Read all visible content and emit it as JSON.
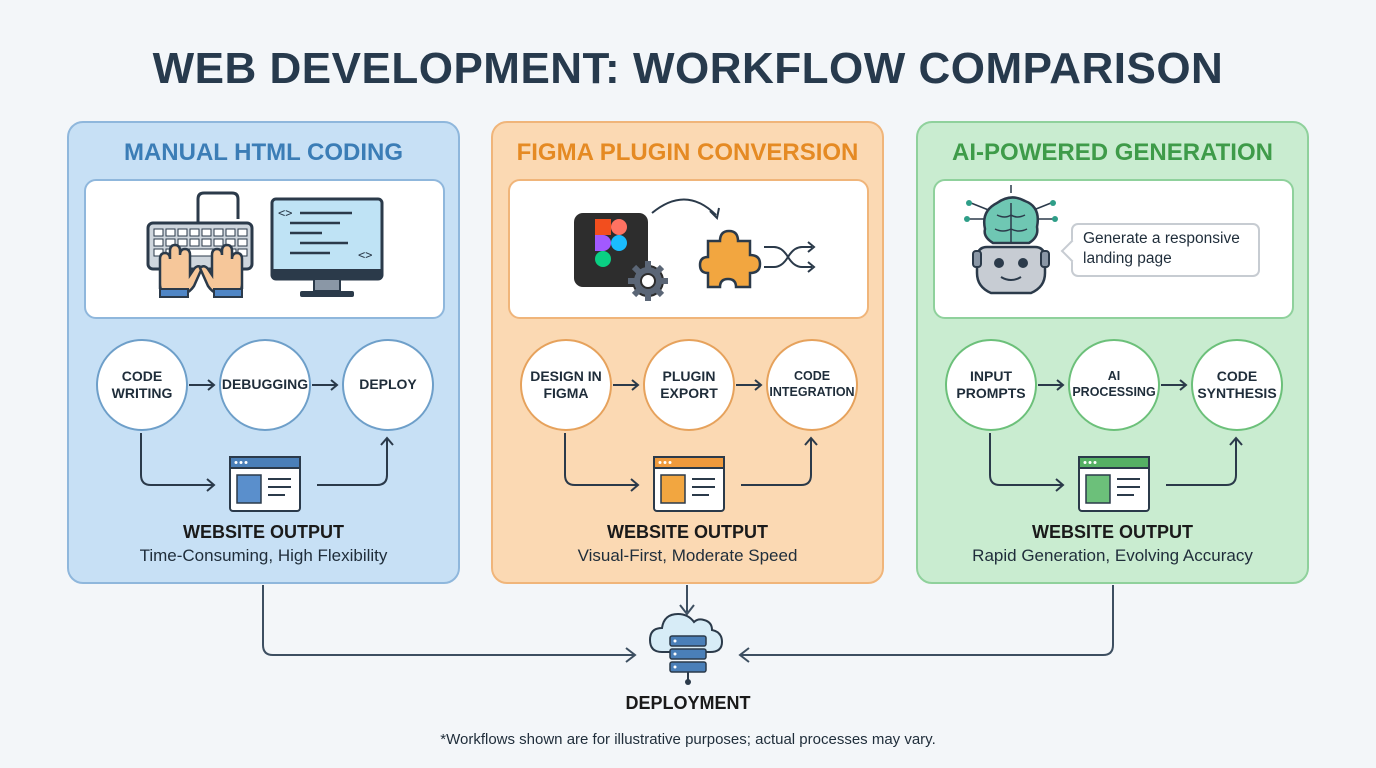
{
  "title": "WEB DEVELOPMENT: WORKFLOW COMPARISON",
  "panels": [
    {
      "title": "MANUAL HTML CODING",
      "steps": [
        "CODE WRITING",
        "DEBUGGING",
        "DEPLOY"
      ],
      "output_title": "WEBSITE OUTPUT",
      "output_desc": "Time-Consuming, High Flexibility",
      "accent": "#3b7db6"
    },
    {
      "title": "FIGMA PLUGIN CONVERSION",
      "steps": [
        "DESIGN IN FIGMA",
        "PLUGIN EXPORT",
        "CODE INTEGRATION"
      ],
      "output_title": "WEBSITE OUTPUT",
      "output_desc": "Visual-First, Moderate Speed",
      "accent": "#e58a23"
    },
    {
      "title": "AI-POWERED GENERATION",
      "prompt_bubble": "Generate a responsive landing page",
      "steps": [
        "INPUT PROMPTS",
        "AI PROCESSING",
        "CODE SYNTHESIS"
      ],
      "output_title": "WEBSITE OUTPUT",
      "output_desc": "Rapid Generation, Evolving Accuracy",
      "accent": "#3e9b49"
    }
  ],
  "deployment_label": "DEPLOYMENT",
  "footnote": "*Workflows shown are for illustrative purposes; actual processes may vary.",
  "icons": [
    "keyboard-hands-icon",
    "code-monitor-icon",
    "figma-logo-icon",
    "gear-icon",
    "puzzle-icon",
    "shuffle-icon",
    "ai-robot-brain-icon",
    "browser-window-icon",
    "cloud-server-icon"
  ]
}
